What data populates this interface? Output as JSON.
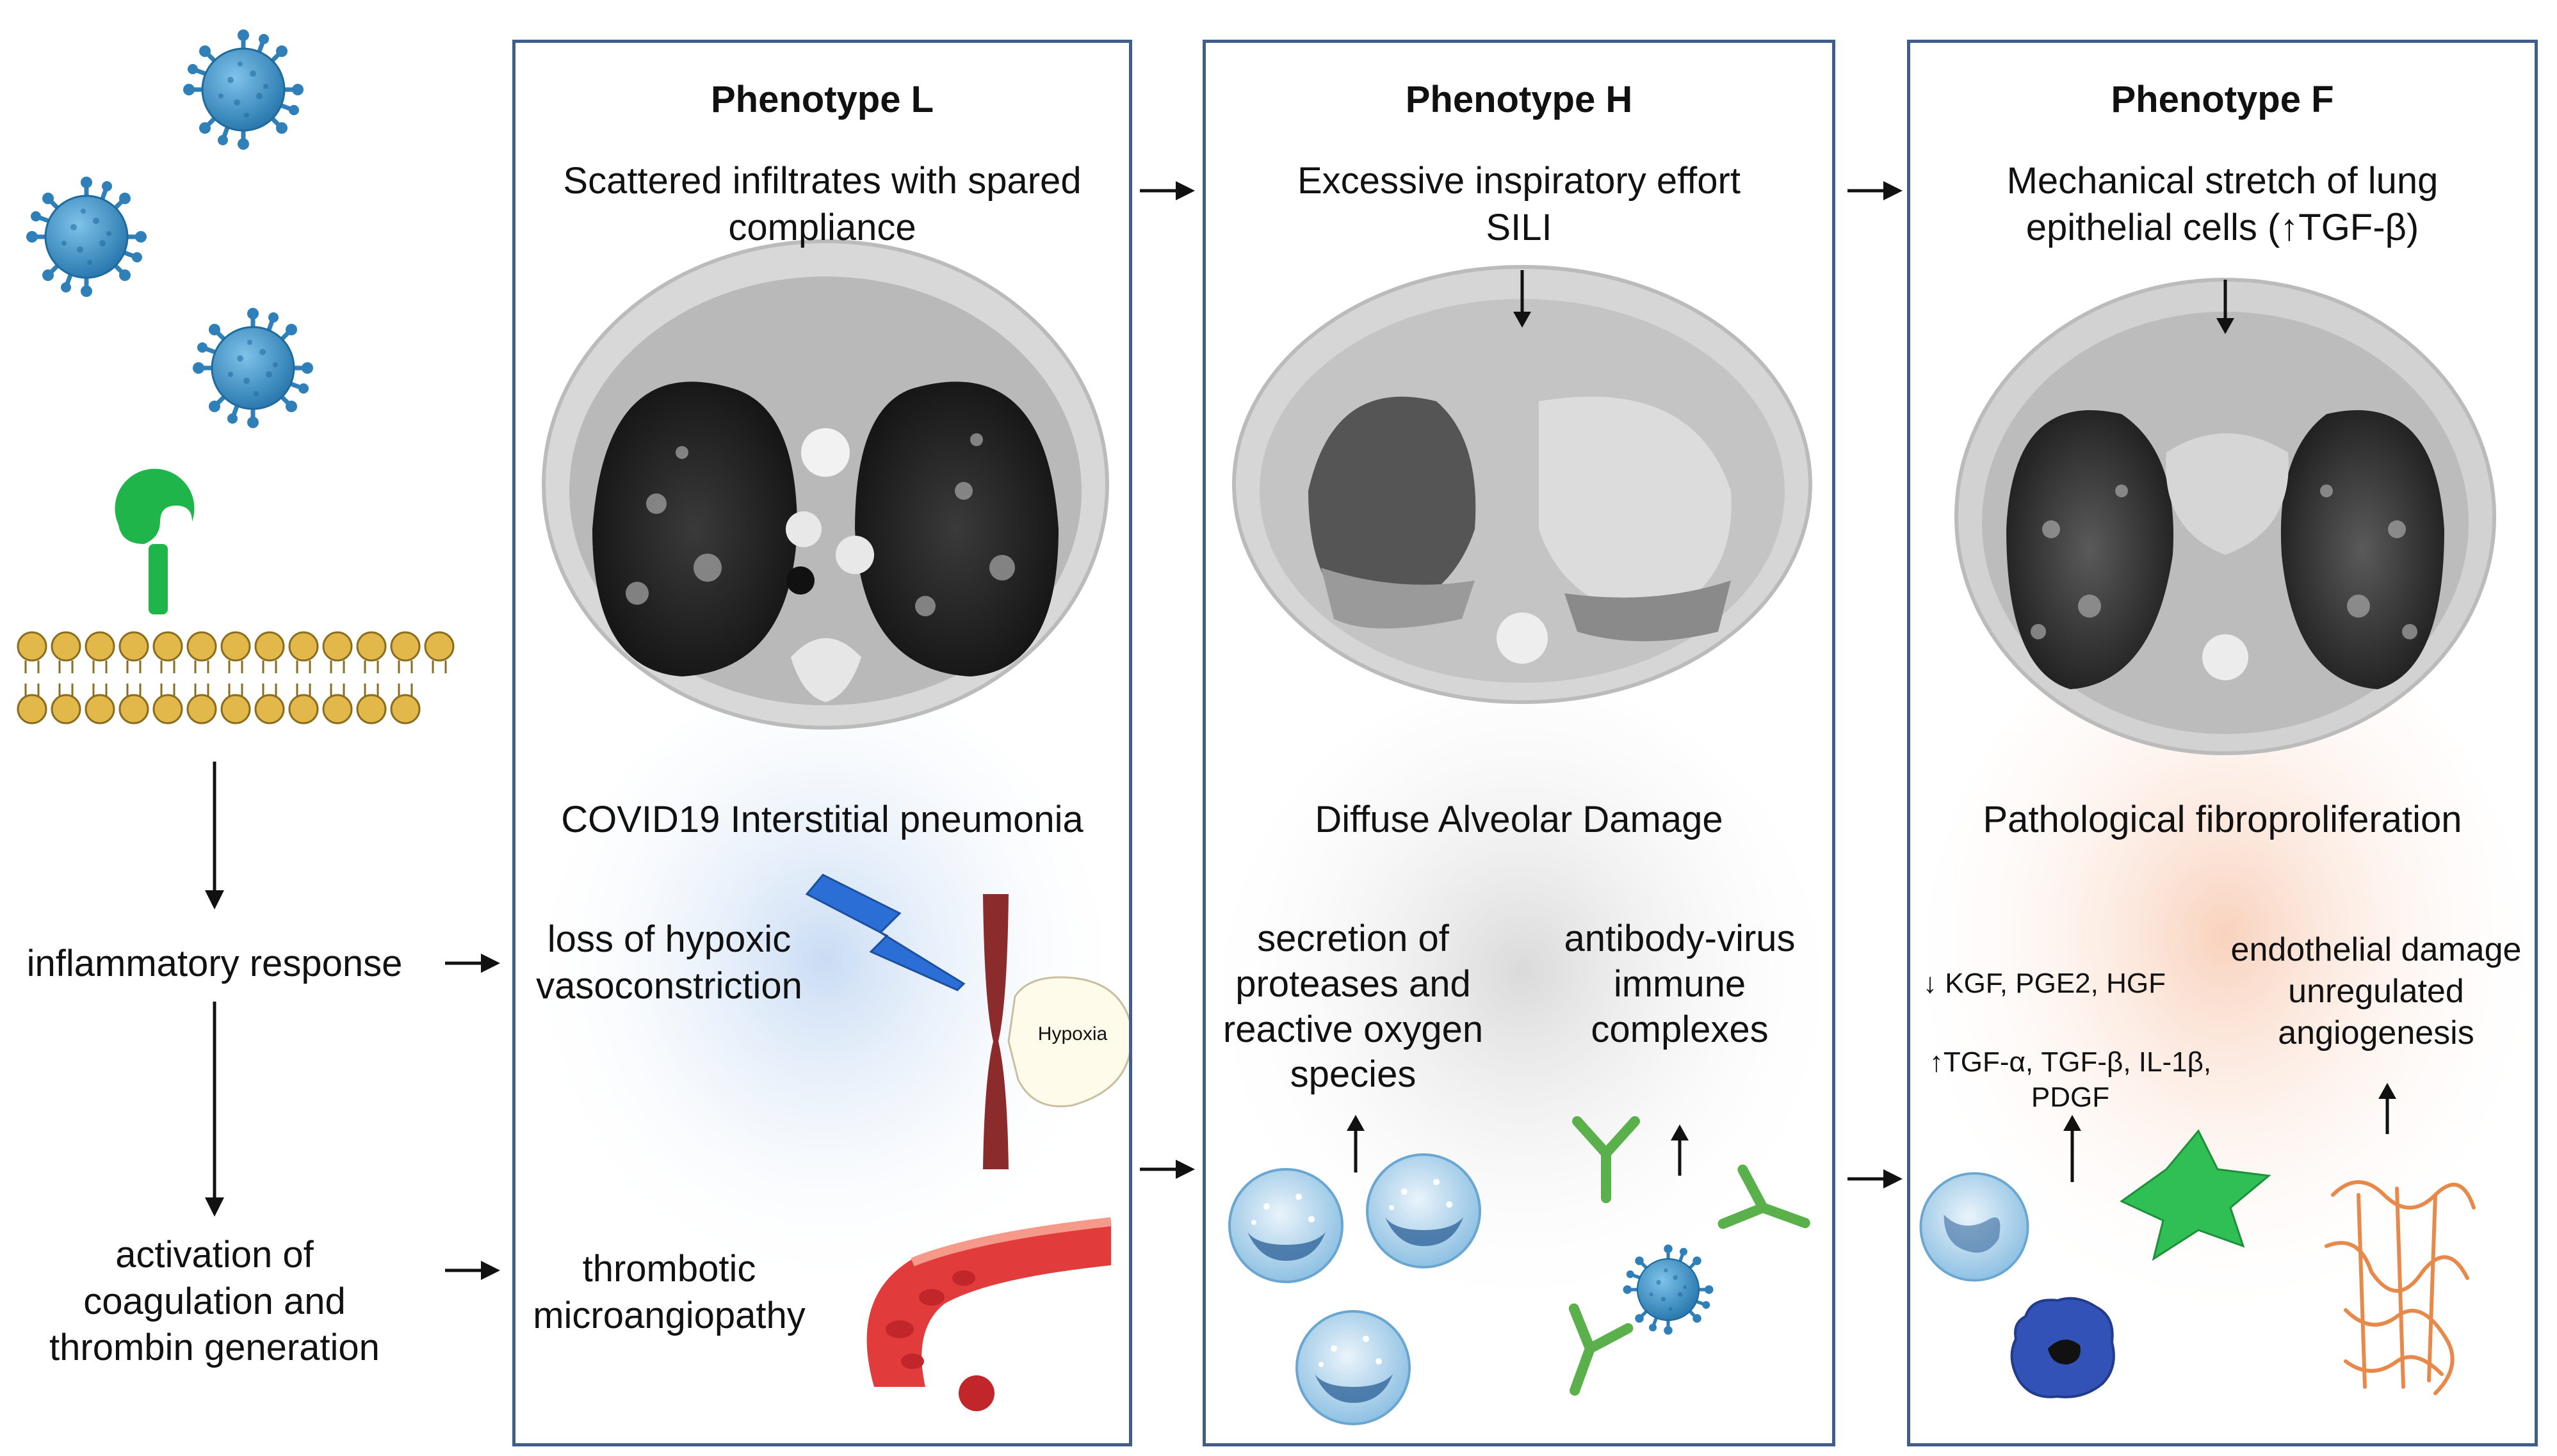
{
  "left_column": {
    "inflammatory_response": "inflammatory response",
    "coagulation": "activation of\ncoagulation and\nthrombin generation"
  },
  "phenotype_l": {
    "title": "Phenotype L",
    "subtitle": "Scattered infiltrates with spared\ncompliance",
    "section": "COVID19 Interstitial pneumonia",
    "hypoxic": "loss of hypoxic\nvasoconstriction",
    "hypoxia_label": "Hypoxia",
    "thrombotic": "thrombotic\nmicroangiopathy"
  },
  "phenotype_h": {
    "title": "Phenotype H",
    "subtitle": "Excessive inspiratory effort\nSILI",
    "section": "Diffuse Alveolar Damage",
    "proteases": "secretion of\nproteases and\nreactive oxygen\nspecies",
    "antibody": "antibody-virus\nimmune\ncomplexes"
  },
  "phenotype_f": {
    "title": "Phenotype F",
    "subtitle": "Mechanical stretch of lung\nepithelial cells (↑TGF-β)",
    "section": "Pathological fibroproliferation",
    "down_factors": "↓ KGF, PGE2, HGF",
    "up_factors": "↑TGF-α, TGF-β, IL-1β,\nPDGF",
    "endothelial": "endothelial damage\nunregulated\nangiogenesis"
  },
  "colors": {
    "panel_border": "#3f5f8a",
    "virus": "#3b8cc4",
    "receptor": "#1fb54a",
    "membrane": "#e2b84a",
    "lightning": "#2b6fd6",
    "vessel": "#8b2b2b",
    "blood": "#e23b3b",
    "antibody": "#5ab04a",
    "fibroblast": "#2fbf55",
    "macrophage": "#3252b8",
    "capillary": "#e6894a"
  }
}
